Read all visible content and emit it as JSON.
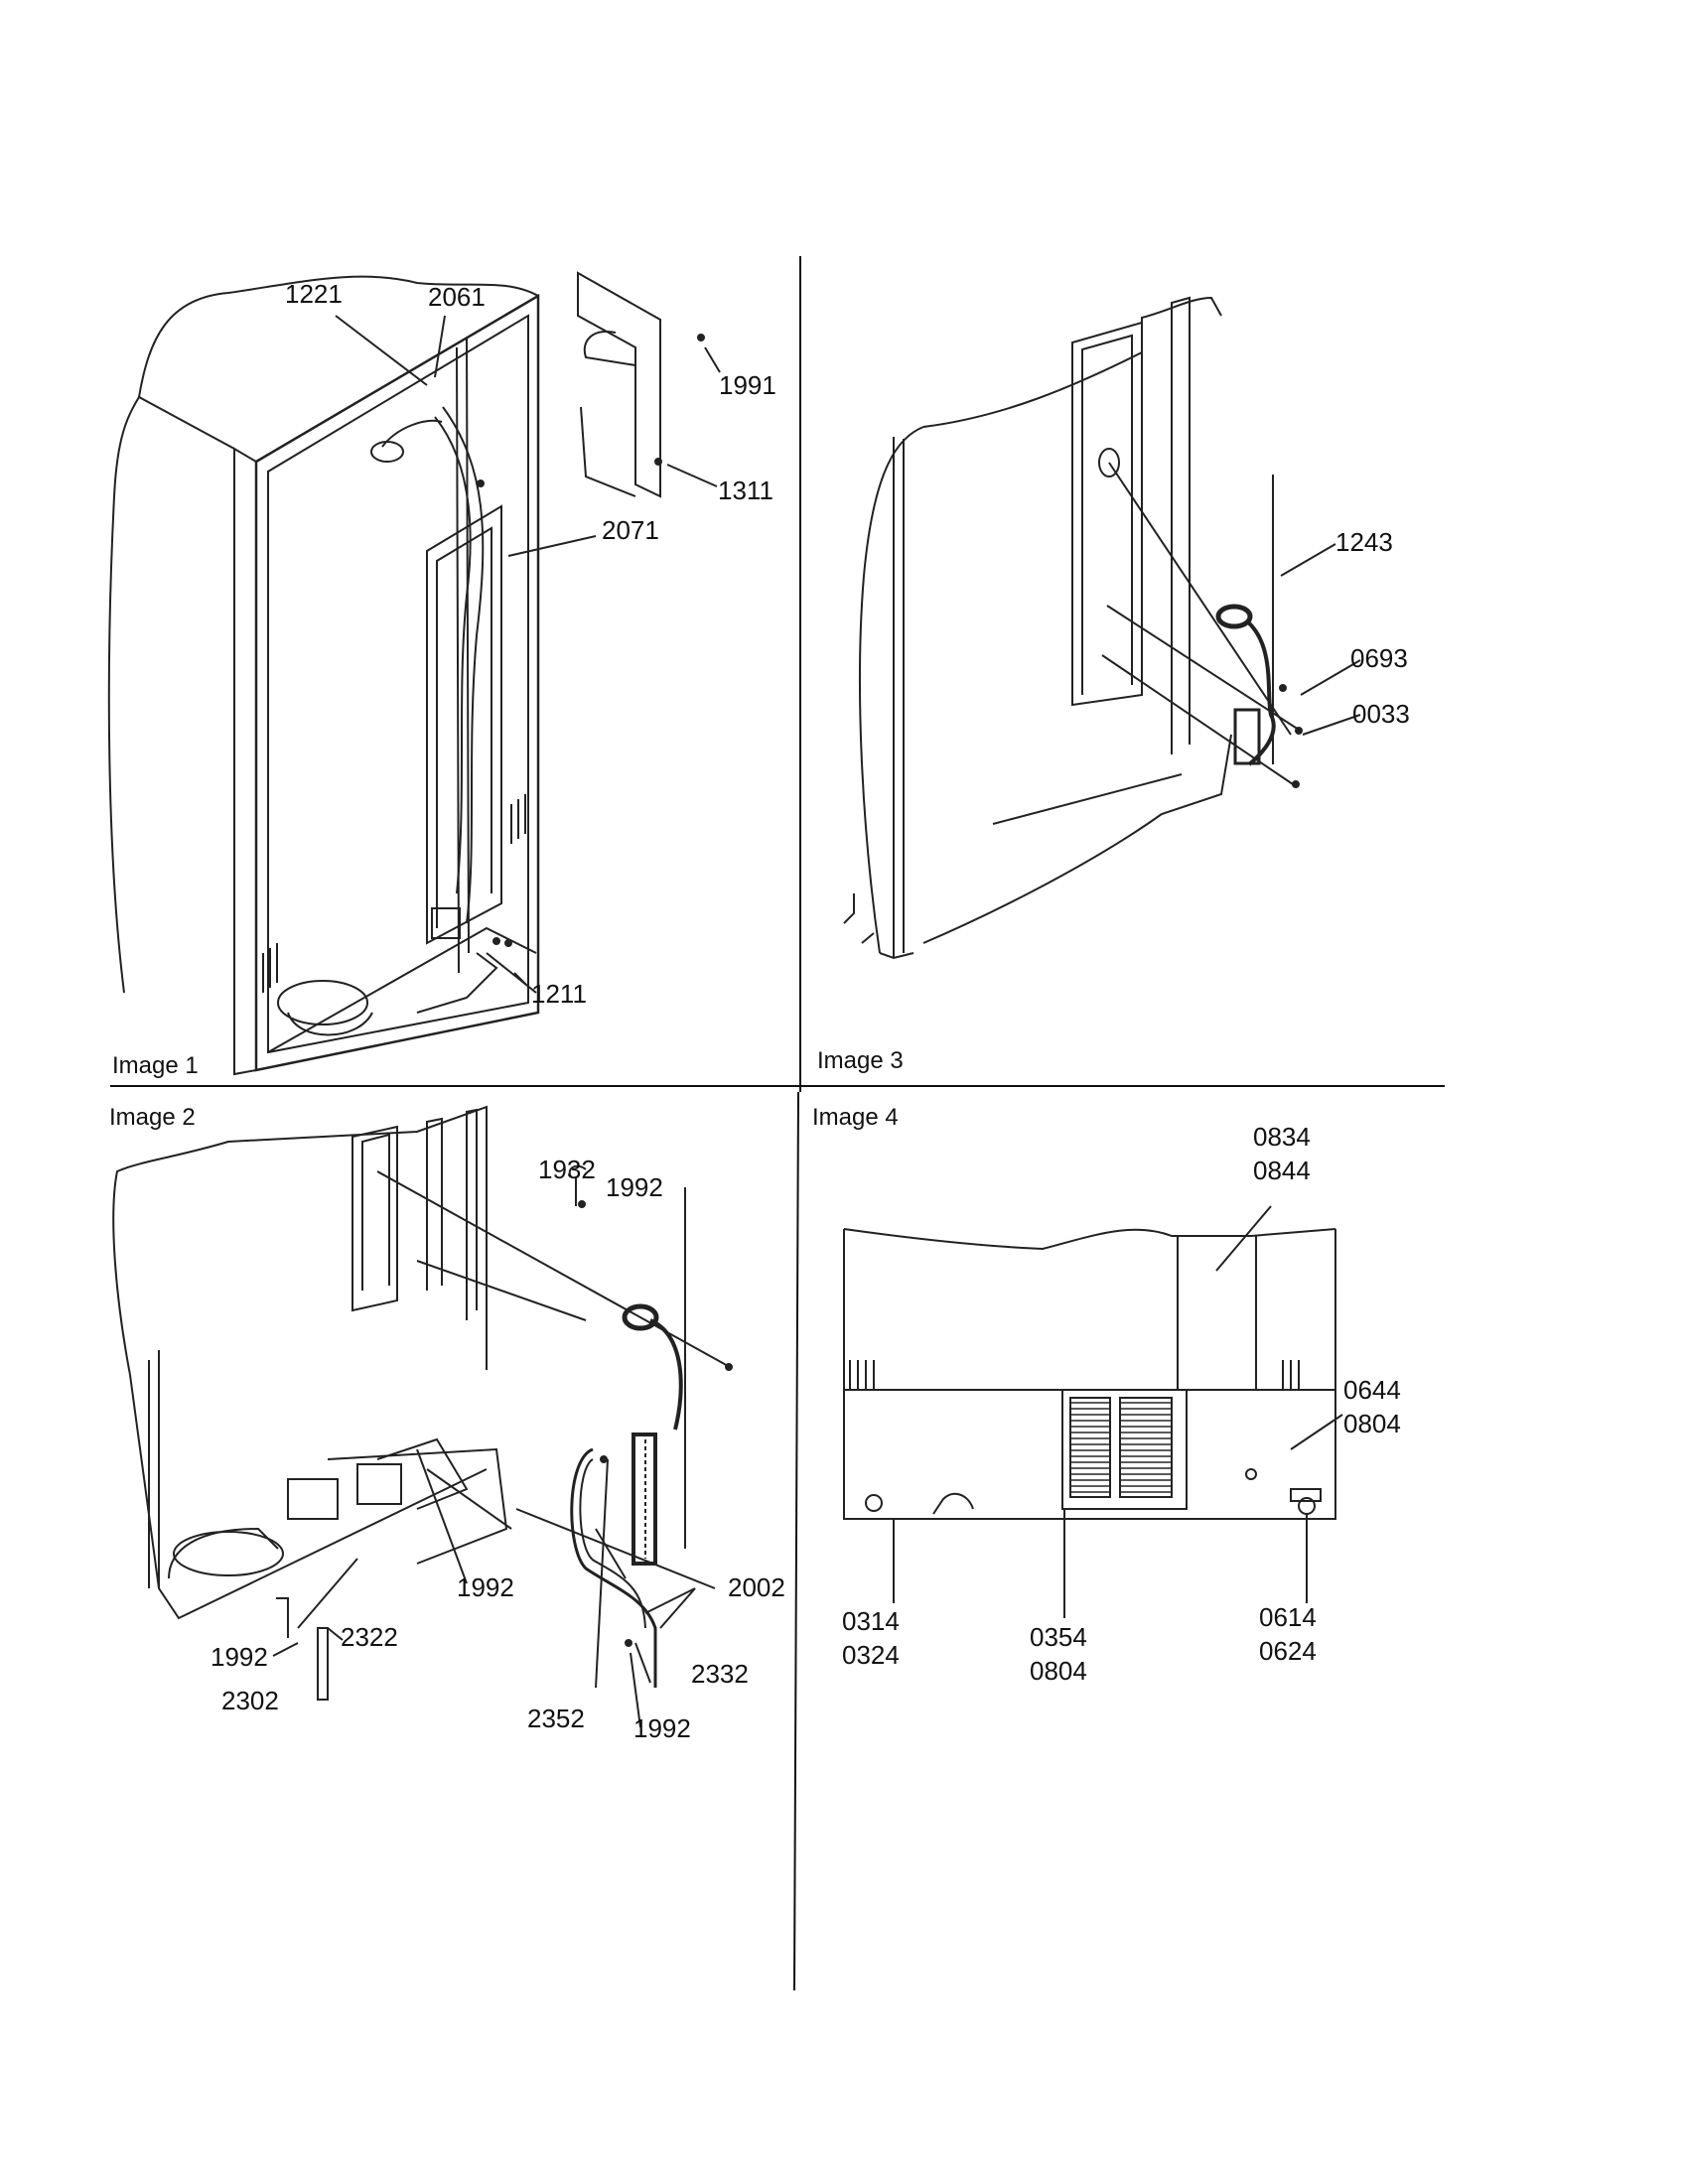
{
  "panels": [
    {
      "title": "Image 1",
      "callouts": [
        "1221",
        "2061",
        "1991",
        "1311",
        "2071",
        "1211"
      ]
    },
    {
      "title": "Image 2",
      "callouts": [
        "1932",
        "1992",
        "1992",
        "2002",
        "1992",
        "2322",
        "2302",
        "2332",
        "2352",
        "1992"
      ]
    },
    {
      "title": "Image 3",
      "callouts": [
        "1243",
        "0693",
        "0033"
      ]
    },
    {
      "title": "Image 4",
      "callouts": [
        [
          "0834",
          "0844"
        ],
        [
          "0644",
          "0804"
        ],
        [
          "0314",
          "0324"
        ],
        [
          "0354",
          "0804"
        ],
        [
          "0614",
          "0624"
        ]
      ]
    }
  ]
}
